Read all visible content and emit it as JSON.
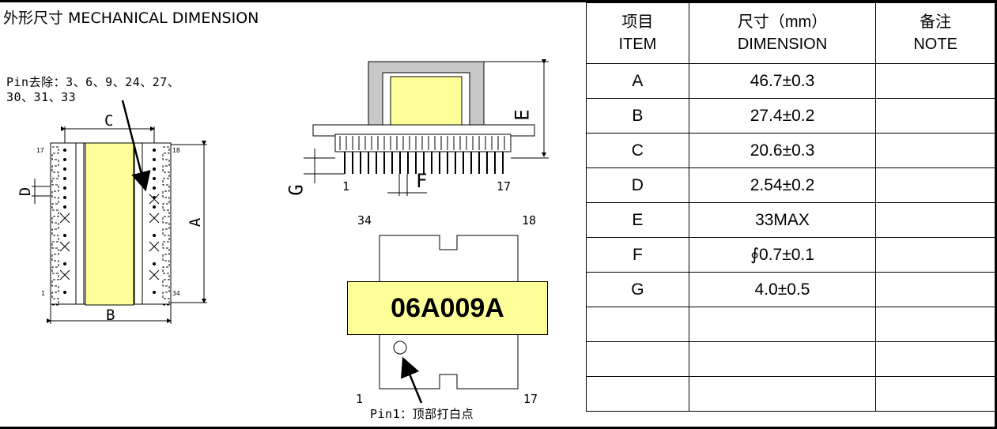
{
  "header": {
    "title": "外形尺寸  MECHANICAL DIMENSION"
  },
  "notes": {
    "pins_removed_line1": "Pin去除：3、6、9、24、27、",
    "pins_removed_line2": "30、31、33",
    "pin1_mark": "Pin1：顶部打白点"
  },
  "drawing": {
    "bottom_view": {
      "pin_top_left": "17",
      "pin_top_right": "18",
      "pin_bottom_left": "1",
      "pin_bottom_right": "34",
      "label_a": "A",
      "label_b": "B",
      "label_c": "C",
      "label_d": "D"
    },
    "side_view": {
      "pin_left": "1",
      "pin_right": "17",
      "label_e": "E",
      "label_f": "F",
      "label_g": "G"
    },
    "top_view": {
      "pin_top_left": "34",
      "pin_top_right": "18",
      "pin_bottom_left": "1",
      "pin_bottom_right": "17",
      "part_number": "06A009A"
    },
    "colors": {
      "core_fill": "#ffff99",
      "frame_fill": "#c8c8c8"
    }
  },
  "table": {
    "headers": [
      {
        "cn": "项目",
        "en": "ITEM"
      },
      {
        "cn": "尺寸（mm）",
        "en": "DIMENSION"
      },
      {
        "cn": "备注",
        "en": "NOTE"
      }
    ],
    "rows": [
      {
        "item": "A",
        "dimension": "46.7±0.3",
        "note": ""
      },
      {
        "item": "B",
        "dimension": "27.4±0.2",
        "note": ""
      },
      {
        "item": "C",
        "dimension": "20.6±0.3",
        "note": ""
      },
      {
        "item": "D",
        "dimension": "2.54±0.2",
        "note": ""
      },
      {
        "item": "E",
        "dimension": "33MAX",
        "note": ""
      },
      {
        "item": "F",
        "dimension": "∮0.7±0.1",
        "note": ""
      },
      {
        "item": "G",
        "dimension": "4.0±0.5",
        "note": ""
      },
      {
        "item": "",
        "dimension": "",
        "note": ""
      },
      {
        "item": "",
        "dimension": "",
        "note": ""
      },
      {
        "item": "",
        "dimension": "",
        "note": ""
      }
    ]
  }
}
